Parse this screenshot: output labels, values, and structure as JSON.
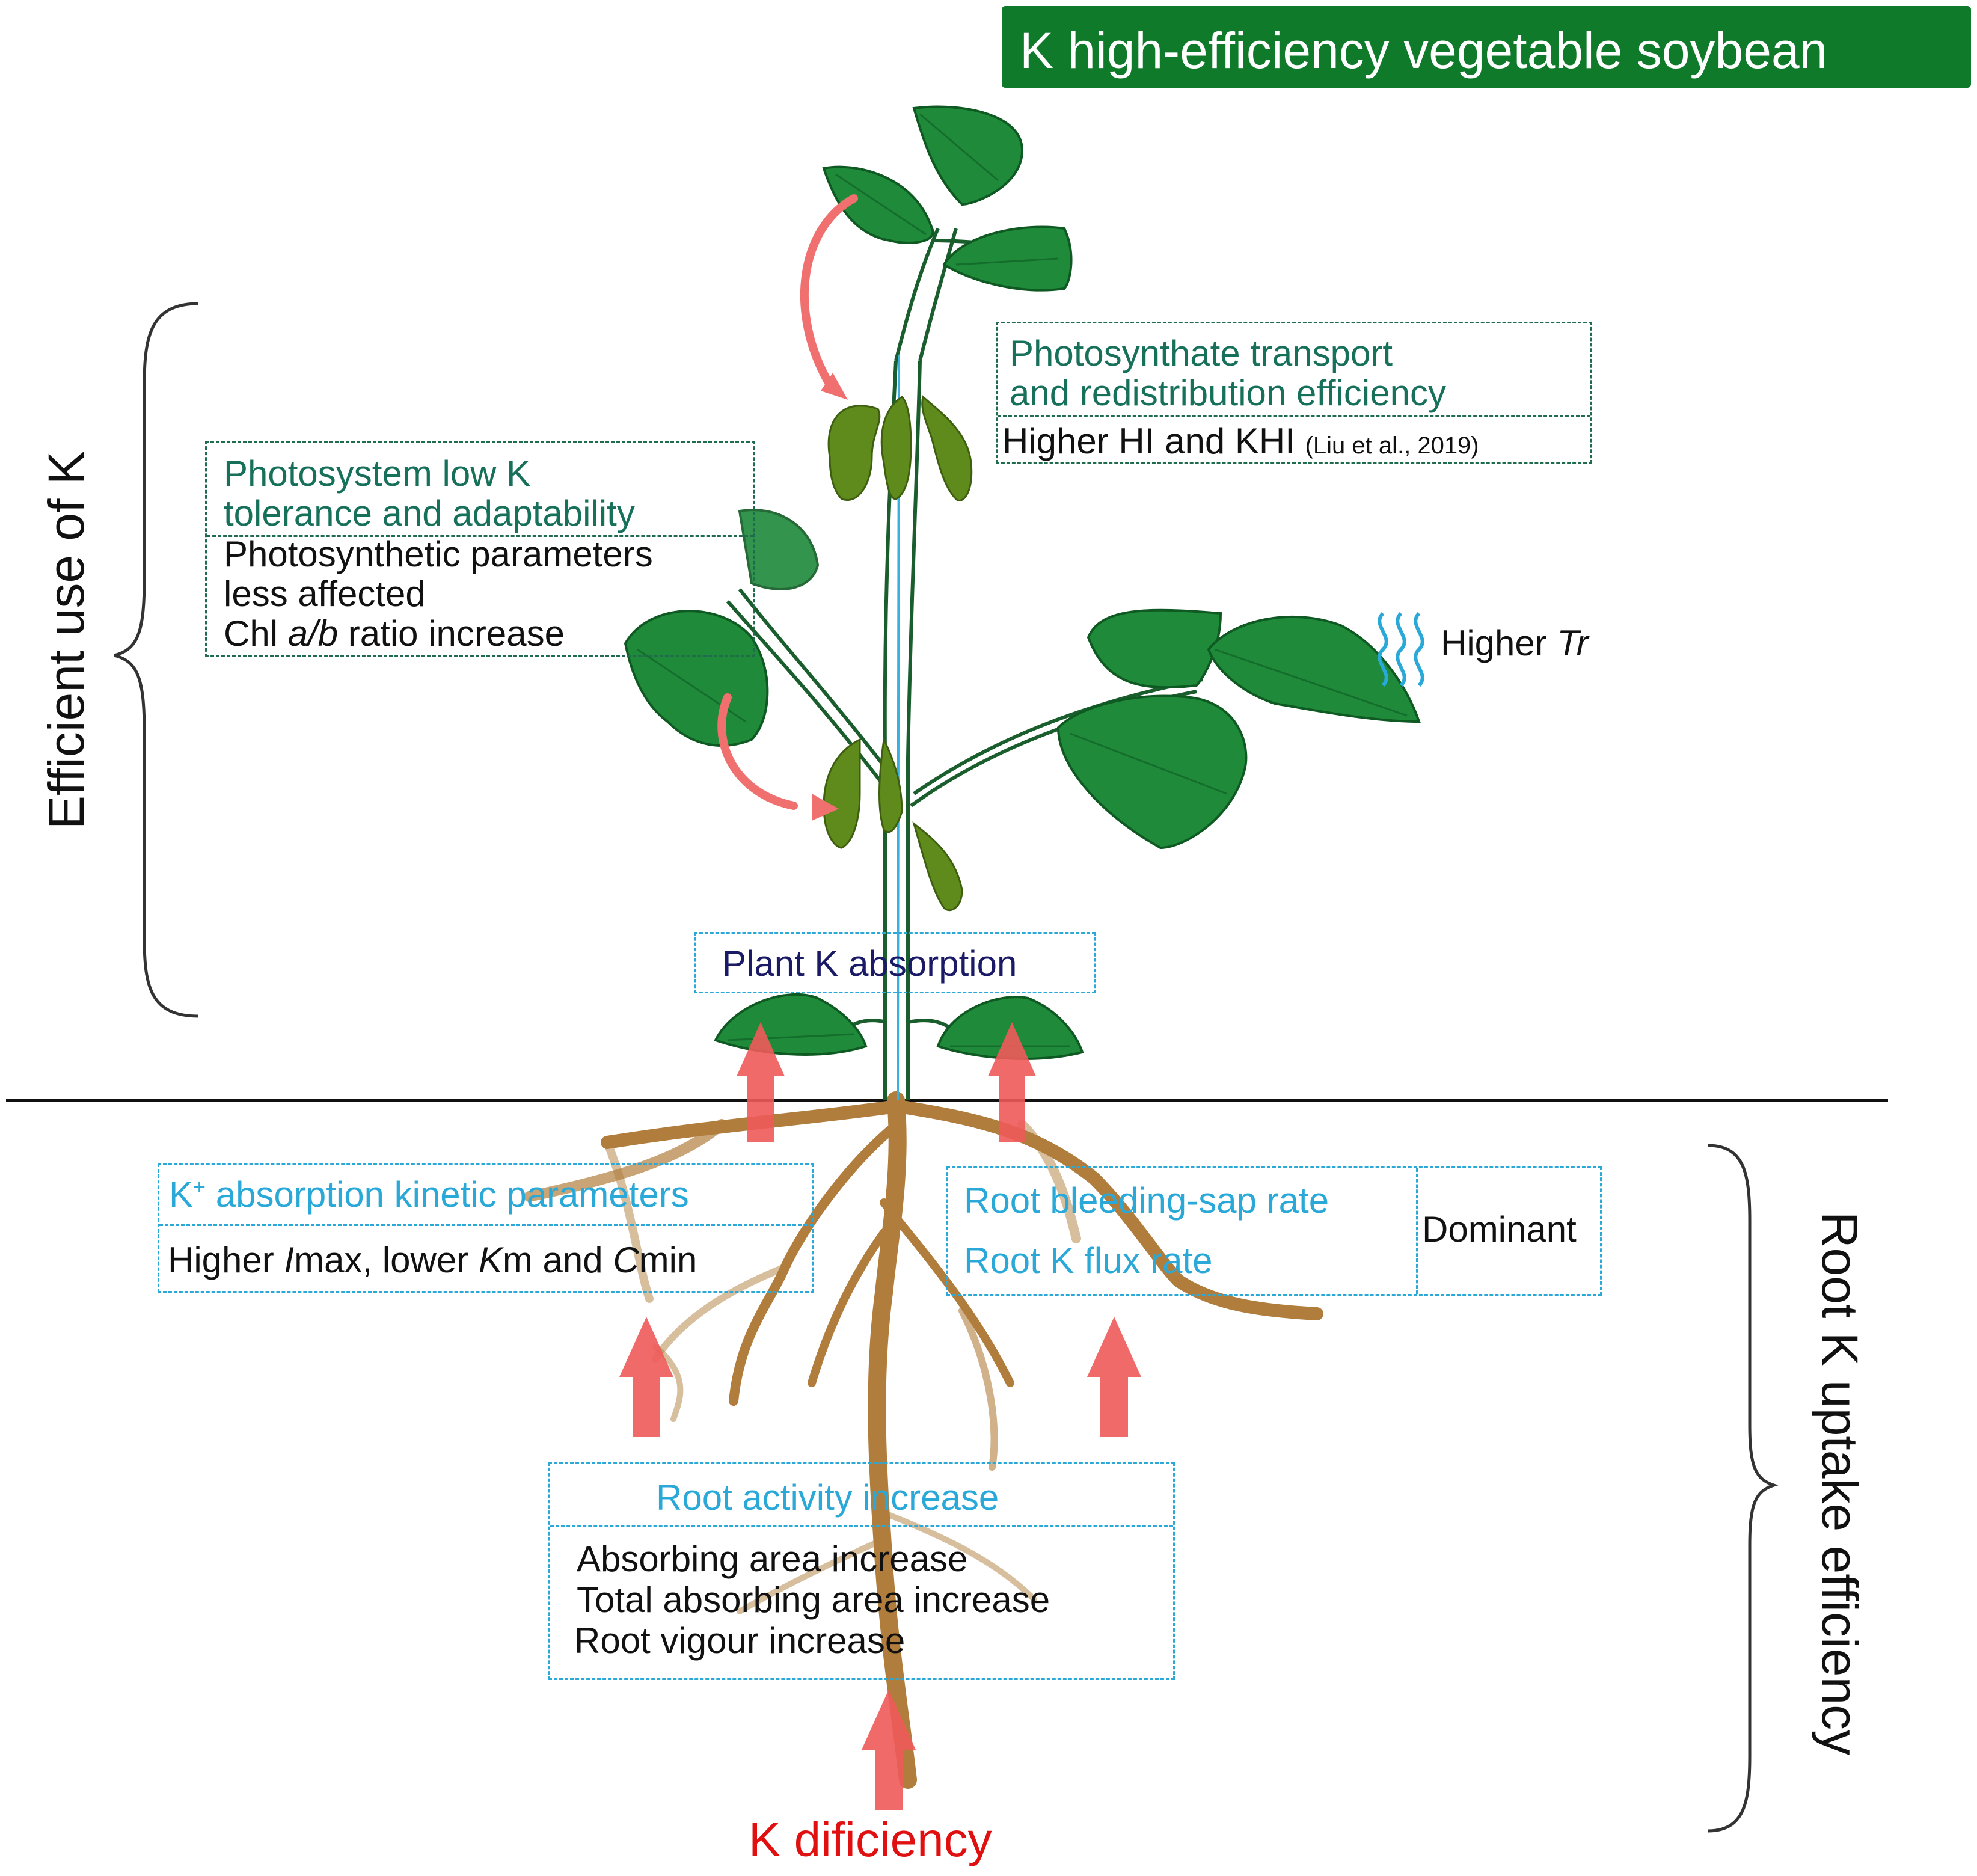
{
  "title": "K high-efficiency vegetable soybean",
  "sections": {
    "efficient_use": "Efficient use of K",
    "root_uptake": "Root K uptake efficiency"
  },
  "photosystem": {
    "heading_line1": "Photosystem low K",
    "heading_line2": "tolerance and adaptability",
    "detail_line1": "Photosynthetic parameters",
    "detail_line2": "less affected",
    "detail_line3_pre": "Chl ",
    "detail_line3_italic": "a/b",
    "detail_line3_post": " ratio increase"
  },
  "photosynthate": {
    "heading_line1": "Photosynthate transport",
    "heading_line2": "and redistribution efficiency",
    "detail": "Higher HI and KHI",
    "citation": "(Liu et al., 2019)"
  },
  "transpiration": {
    "pre": "Higher ",
    "italic": "Tr"
  },
  "plant_absorption": "Plant K absorption",
  "kinetic": {
    "heading_pre": "K",
    "heading_sup": "+",
    "heading_post": " absorption kinetic parameters",
    "d1": "Higher ",
    "d2": "I",
    "d3": "max, lower ",
    "d4": "K",
    "d5": "m and ",
    "d6": "C",
    "d7": "min"
  },
  "root_rates": {
    "line1": "Root bleeding-sap rate",
    "line2": "Root K flux rate",
    "dominant": "Dominant"
  },
  "root_activity": {
    "heading": "Root activity increase",
    "line1": "Absorbing area increase",
    "line2": "Total absorbing area increase",
    "line3": "Root vigour increase"
  },
  "deficiency": "K dificiency",
  "colors": {
    "title_bg": "#0f7a2a",
    "leaf": "#1e8a3a",
    "stem": "#1a5e2e",
    "pod": "#5f8a1c",
    "root": "#b07d3c",
    "arrow": "#f05a5a",
    "accent_blue": "#2aa9d8",
    "accent_green": "#17705a",
    "deficiency_red": "#e01010"
  }
}
